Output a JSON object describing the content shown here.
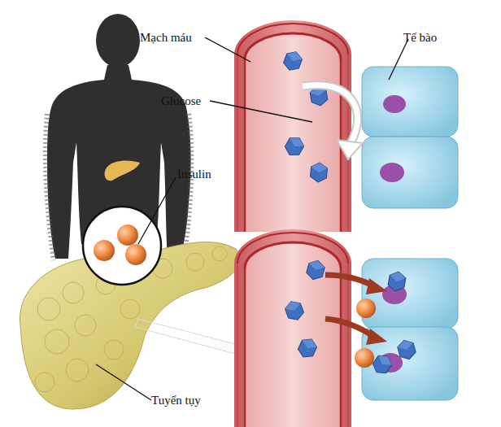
{
  "diagram": {
    "labels": [
      "Mạch máu",
      "Tế bào",
      "Glucose",
      "Insulin",
      "Tuyến tụy"
    ]
  }
}
